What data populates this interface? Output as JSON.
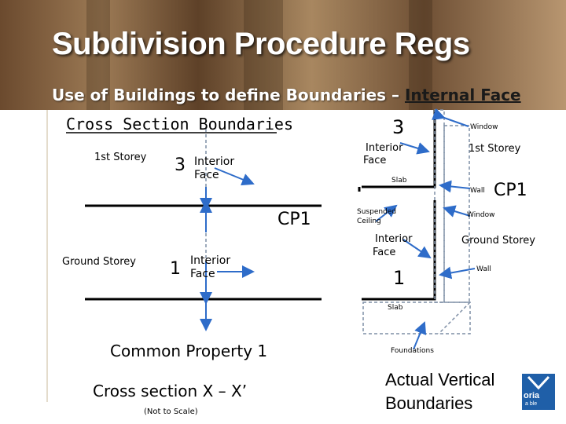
{
  "slide": {
    "title": "Subdivision Procedure Regs",
    "subtitle_main": "Use of Buildings to define Boundaries – ",
    "subtitle_emphasis": "Internal Face"
  },
  "left": {
    "heading": "Cross Section Boundaries",
    "storey1": "1st Storey",
    "ground": "Ground Storey",
    "lot3": "3",
    "lot1": "1",
    "interior_face_top_1": "Interior",
    "interior_face_top_2": "Face",
    "interior_face_bottom_1": "Interior",
    "interior_face_bottom_2": "Face",
    "cp1": "CP1",
    "common_property": "Common Property 1",
    "cross_section": "Cross section X – X’",
    "not_to_scale": "(Not to Scale)"
  },
  "right": {
    "lot3": "3",
    "window_top": "Window",
    "interior_face_top_1": "Interior",
    "interior_face_top_2": "Face",
    "storey1": "1st Storey",
    "slab_top": "Slab",
    "wall_top": "Wall",
    "cp1": "CP1",
    "suspended_1": "Suspended",
    "suspended_2": "Ceiling",
    "window_mid": "Window",
    "interior_face_mid_1": "Interior",
    "interior_face_mid_2": "Face",
    "ground": "Ground Storey",
    "lot1": "1",
    "wall_bottom": "Wall",
    "slab_bottom": "Slab",
    "foundations": "Foundations",
    "actual_1": "Actual Vertical",
    "actual_2": "Boundaries"
  },
  "logo": {
    "line1": "oria",
    "line2": "a ble"
  },
  "colors": {
    "arrow": "#2e6cc9",
    "dashed": "#7f8fa6",
    "banner_text": "#ffffff"
  }
}
